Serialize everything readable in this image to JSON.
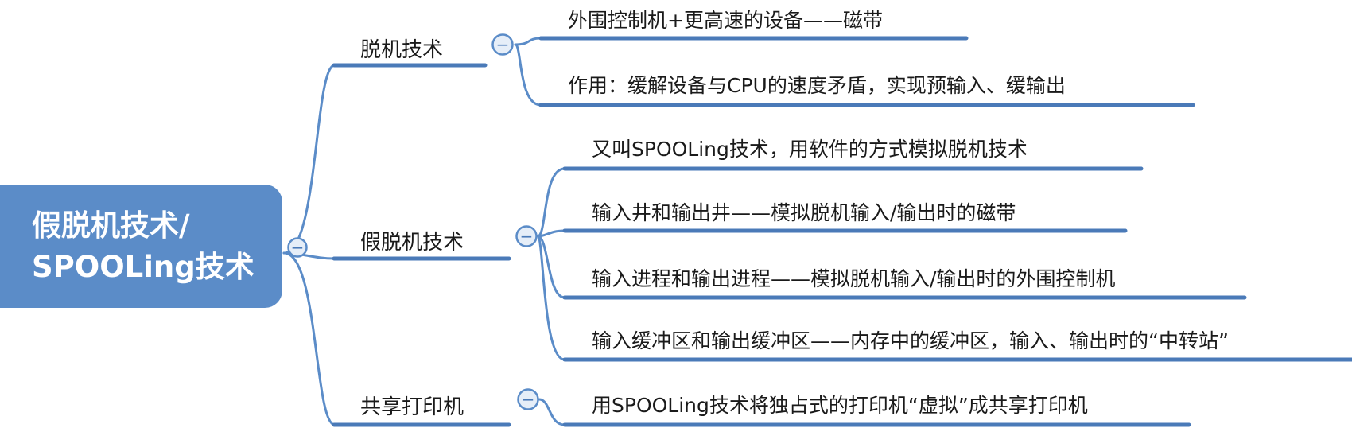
{
  "root": {
    "line1": "假脱机技术/",
    "line2": "SPOOLing技术"
  },
  "branches": [
    {
      "label": "脱机技术",
      "collapse_symbol": "−",
      "children": [
        "外围控制机+更高速的设备——磁带",
        "作用：缓解设备与CPU的速度矛盾，实现预输入、缓输出"
      ]
    },
    {
      "label": "假脱机技术",
      "collapse_symbol": "−",
      "children": [
        "又叫SPOOLing技术，用软件的方式模拟脱机技术",
        "输入井和输出井——模拟脱机输入/输出时的磁带",
        "输入进程和输出进程——模拟脱机输入/输出时的外围控制机",
        "输入缓冲区和输出缓冲区——内存中的缓冲区，输入、输出时的“中转站”"
      ]
    },
    {
      "label": "共享打印机",
      "collapse_symbol": "−",
      "children": [
        "用SPOOLing技术将独占式的打印机“虚拟”成共享打印机"
      ]
    }
  ],
  "colors": {
    "root_fill": "#5b8cc8",
    "connector": "#5b8cc8",
    "underline": "#4a7ab8",
    "text": "#1a1a1a",
    "collapse_fill": "#e6eef8"
  }
}
